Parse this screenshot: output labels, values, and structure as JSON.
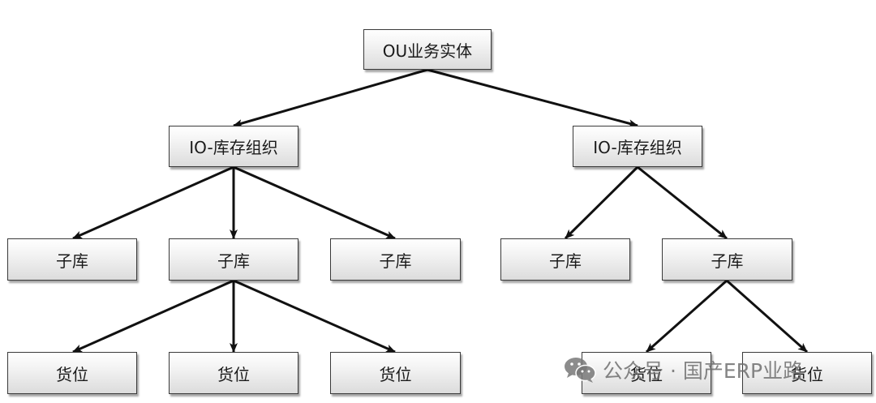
{
  "diagram": {
    "root": {
      "label": "OU业务实体"
    },
    "orgs": [
      {
        "label": "IO-库存组织"
      },
      {
        "label": "IO-库存组织"
      }
    ],
    "subinventories": [
      {
        "label": "子库"
      },
      {
        "label": "子库"
      },
      {
        "label": "子库"
      },
      {
        "label": "子库"
      },
      {
        "label": "子库"
      }
    ],
    "locators": [
      {
        "label": "货位"
      },
      {
        "label": "货位"
      },
      {
        "label": "货位"
      },
      {
        "label": "货位"
      },
      {
        "label": "货位"
      }
    ]
  },
  "watermark": {
    "icon": "wechat-icon",
    "text": "公众号 · 国产ERP业路"
  }
}
